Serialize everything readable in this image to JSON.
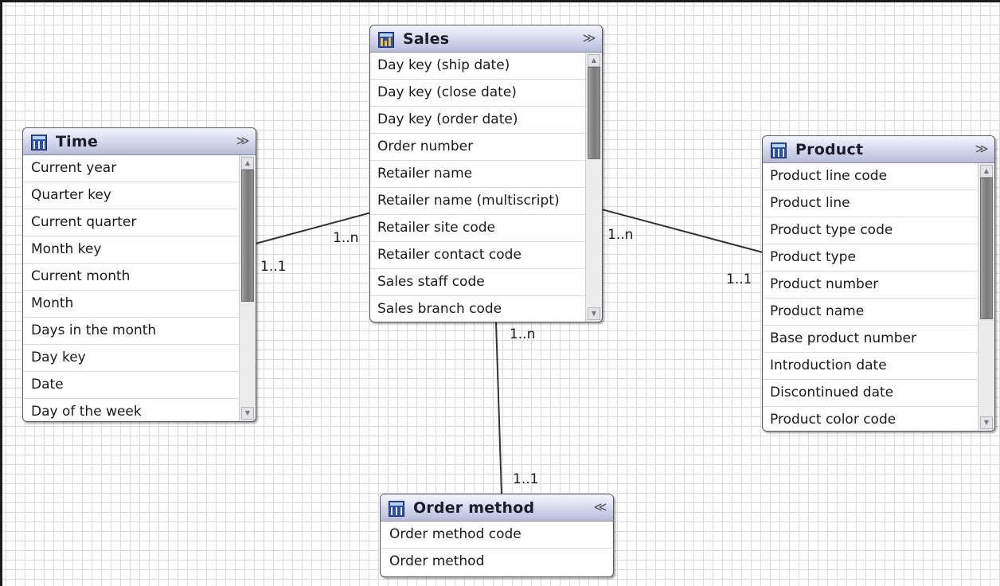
{
  "entities": {
    "sales": {
      "title": "Sales",
      "icon": "fact-table-icon",
      "toggle": "≫",
      "fields": [
        "Day key (ship date)",
        "Day key (close date)",
        "Day key (order date)",
        "Order number",
        "Retailer name",
        "Retailer name (multiscript)",
        "Retailer site code",
        "Retailer contact code",
        "Sales staff code",
        "Sales branch code"
      ]
    },
    "time": {
      "title": "Time",
      "icon": "dimension-table-icon",
      "toggle": "≫",
      "fields": [
        "Current year",
        "Quarter key",
        "Current quarter",
        "Month key",
        "Current month",
        "Month",
        "Days in the month",
        "Day key",
        "Date",
        "Day of the week"
      ]
    },
    "product": {
      "title": "Product",
      "icon": "dimension-table-icon",
      "toggle": "≫",
      "fields": [
        "Product line code",
        "Product line",
        "Product type code",
        "Product type",
        "Product number",
        "Product name",
        "Base product number",
        "Introduction date",
        "Discontinued date",
        "Product color code"
      ]
    },
    "order_method": {
      "title": "Order method",
      "icon": "dimension-table-icon",
      "toggle": "≪",
      "fields": [
        "Order method code",
        "Order method"
      ]
    }
  },
  "relationships": [
    {
      "from": "sales",
      "to": "time",
      "from_cardinality": "1..n",
      "to_cardinality": "1..1"
    },
    {
      "from": "sales",
      "to": "product",
      "from_cardinality": "1..n",
      "to_cardinality": "1..1"
    },
    {
      "from": "sales",
      "to": "order_method",
      "from_cardinality": "1..n",
      "to_cardinality": "1..1"
    }
  ],
  "colors": {
    "grid": "#dadada",
    "header_gradient": "#b7bcd9",
    "border": "#5c5c5c",
    "line": "#333333"
  }
}
